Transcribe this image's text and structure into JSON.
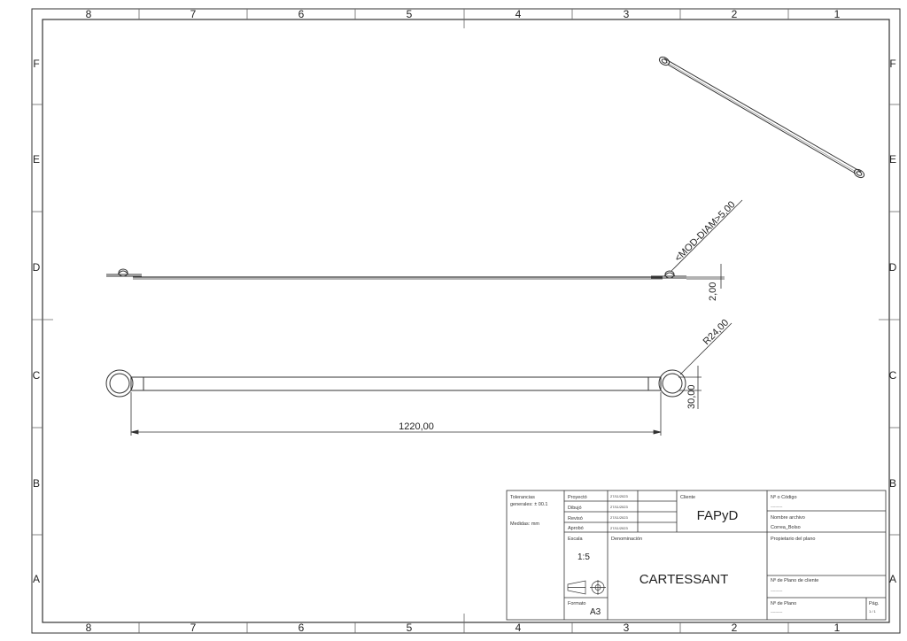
{
  "zones": {
    "columns": [
      "8",
      "7",
      "6",
      "5",
      "4",
      "3",
      "2",
      "1"
    ],
    "rows": [
      "F",
      "E",
      "D",
      "C",
      "B",
      "A"
    ]
  },
  "dimensions": {
    "diameter": "<MOD-DIAM>5,00",
    "thickness": "2,00",
    "radius": "R24,00",
    "width": "30,00",
    "length": "1220,00"
  },
  "title_block": {
    "tolerances_label": "Tolerancias",
    "tolerances_value": "generales: ± 00.1",
    "units": "Medidas:   mm",
    "rows": [
      {
        "label": "Proyectó",
        "date": "27/11/2023"
      },
      {
        "label": "Dibujó",
        "date": "27/11/2023"
      },
      {
        "label": "Revisó",
        "date": "27/11/2023"
      },
      {
        "label": "Aprobó",
        "date": "27/11/2023"
      }
    ],
    "client_label": "Cliente",
    "client": "FAPyD",
    "code_label": "Nº o Código",
    "code_value": "----------",
    "file_label": "Nombre archivo",
    "file_value": "Correa_Bolso",
    "owner_label": "Propietario del plano",
    "scale_label": "Escala",
    "scale": "1:5",
    "denomination_label": "Denominación",
    "denomination": "CARTESSANT",
    "client_plan_label": "Nº de Plano de cliente",
    "client_plan_value": "----------",
    "format_label": "Formato",
    "format": "A3",
    "plan_no_label": "Nº de Plano",
    "plan_no_value": "----------",
    "page_label": "Pág.",
    "page_value": "1 / 1"
  }
}
